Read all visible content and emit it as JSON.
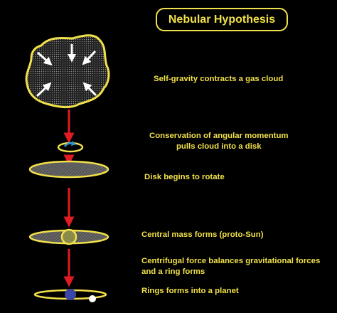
{
  "title": "Nebular Hypothesis",
  "colors": {
    "background": "#000000",
    "text": "#f2e14a",
    "outline": "#f2e14a",
    "arrow": "#e01b24",
    "cloud_fill": "#2b2b2b",
    "disk_fill": "#6b6b6b",
    "planet": "#3b47a8",
    "moon": "#ffffff",
    "spin_arrow": "#2a9ad6"
  },
  "steps": [
    {
      "lines": [
        "Self-gravity contracts a gas cloud"
      ]
    },
    {
      "lines": [
        "Conservation of angular momentum",
        "pulls cloud into a disk"
      ]
    },
    {
      "lines": [
        "Disk begins to rotate"
      ]
    },
    {
      "lines": [
        "Central mass forms (proto-Sun)"
      ]
    },
    {
      "lines": [
        "Centrifugal force balances gravitational forces",
        "and a ring forms"
      ]
    },
    {
      "lines": [
        "Rings forms into a planet"
      ]
    }
  ]
}
